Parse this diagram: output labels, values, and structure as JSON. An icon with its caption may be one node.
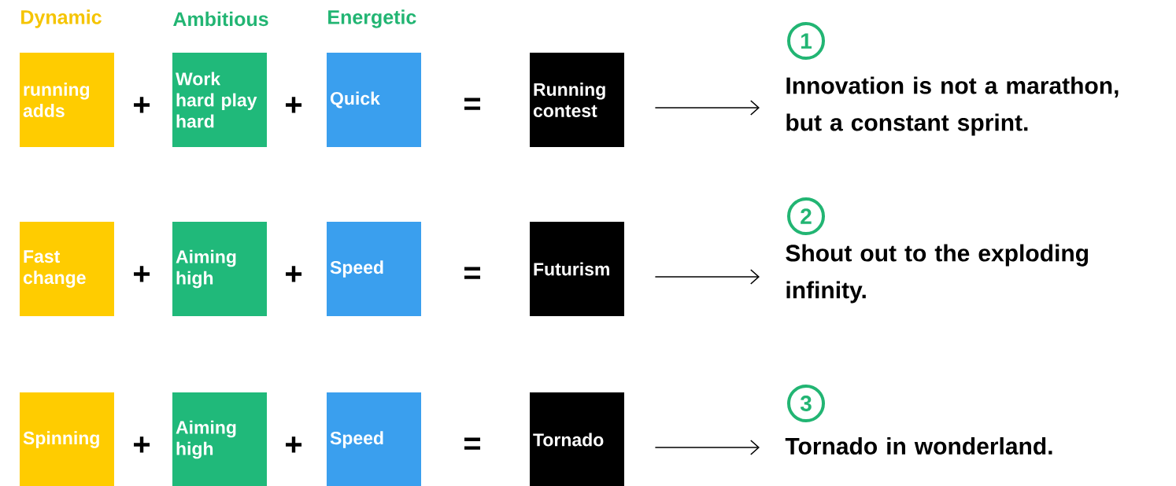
{
  "diagram": {
    "nodes": [
      {
        "text": [
          "running adds"
        ]
      },
      {
        "text": [
          "Work hard play hard"
        ]
      },
      {
        "text": [
          "Quick"
        ]
      },
      {
        "text": [
          "Running contest"
        ]
      },
      {
        "text": [
          "1"
        ]
      },
      {
        "text": [
          "Innovation is not a marathon, but a constant sprint."
        ]
      },
      {
        "text": [
          "Fast change"
        ]
      },
      {
        "text": [
          "Aiming high"
        ]
      },
      {
        "text": [
          "Speed"
        ]
      },
      {
        "text": [
          "Futurism"
        ]
      },
      {
        "text": [
          "2"
        ]
      },
      {
        "text": [
          "Shout out to the exploding infinity."
        ]
      },
      {
        "text": [
          "Spinning"
        ]
      },
      {
        "text": [
          "Aiming high"
        ]
      },
      {
        "text": [
          "Speed"
        ]
      },
      {
        "text": [
          "Tornado"
        ]
      },
      {
        "text": [
          "3"
        ]
      },
      {
        "text": [
          "Tornado in wonderland."
        ]
      }
    ],
    "edges": [
      {
        "from": 3,
        "to": 5,
        "arrow": "to"
      },
      {
        "from": 9,
        "to": 11,
        "arrow": "to"
      },
      {
        "from": 15,
        "to": 17,
        "arrow": "to"
      }
    ],
    "labels": [
      "Dynamic",
      "Ambitious",
      "Energetic",
      "+",
      "+",
      "=",
      "+",
      "+",
      "=",
      "+",
      "+",
      "="
    ]
  }
}
